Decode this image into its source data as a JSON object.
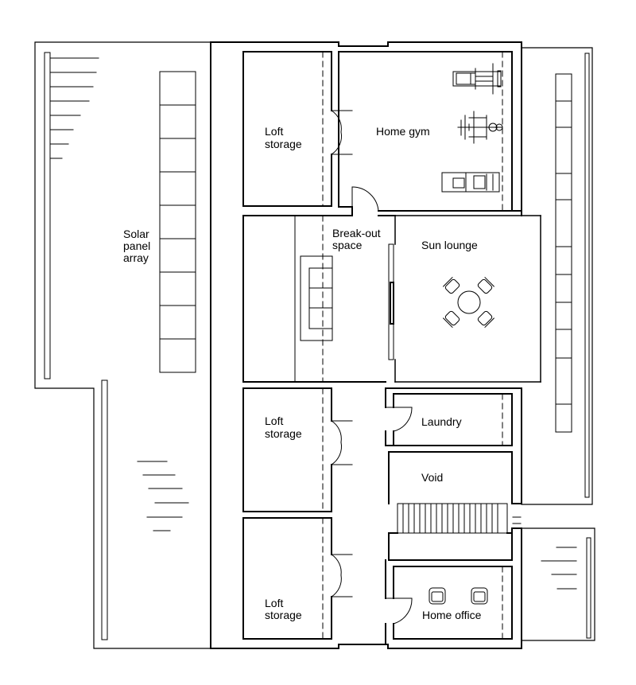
{
  "labels": {
    "loft_storage_1": [
      "Loft",
      "storage"
    ],
    "home_gym": "Home gym",
    "break_out": [
      "Break-out",
      "space"
    ],
    "sun_lounge": "Sun lounge",
    "solar_panel": [
      "Solar",
      "panel",
      "array"
    ],
    "loft_storage_2": [
      "Loft",
      "storage"
    ],
    "laundry": "Laundry",
    "void": "Void",
    "loft_storage_3": [
      "Loft",
      "storage"
    ],
    "home_office": "Home office"
  }
}
